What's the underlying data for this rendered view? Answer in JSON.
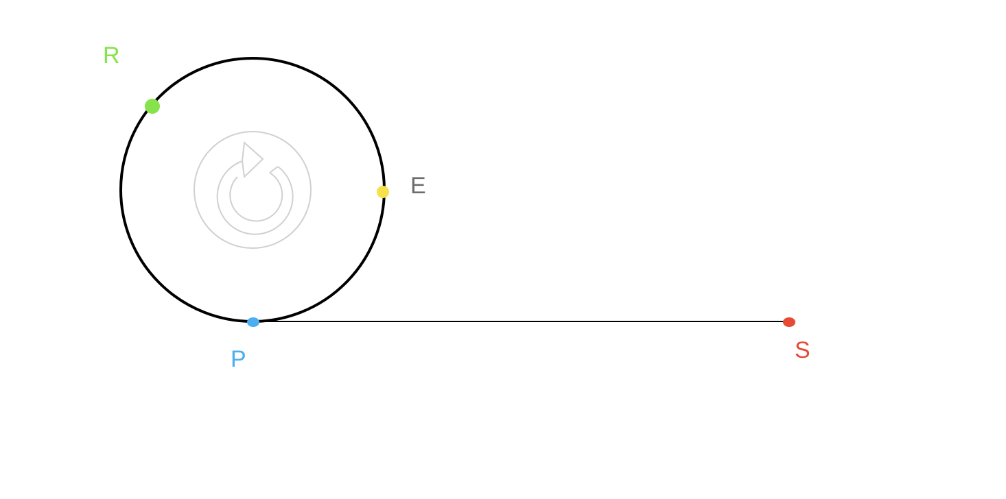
{
  "labels": {
    "r": "R",
    "e": "E",
    "p": "P",
    "s": "S"
  },
  "colors": {
    "r": "#86e34b",
    "e": "#f7e14a",
    "e_label": "#6d6d6d",
    "p": "#4aaef0",
    "s": "#e64a35",
    "circle": "#000000",
    "segment": "#000000",
    "reset_icon": "#d0d0d0"
  },
  "icons": {
    "reset": "rotate-reset-icon"
  }
}
